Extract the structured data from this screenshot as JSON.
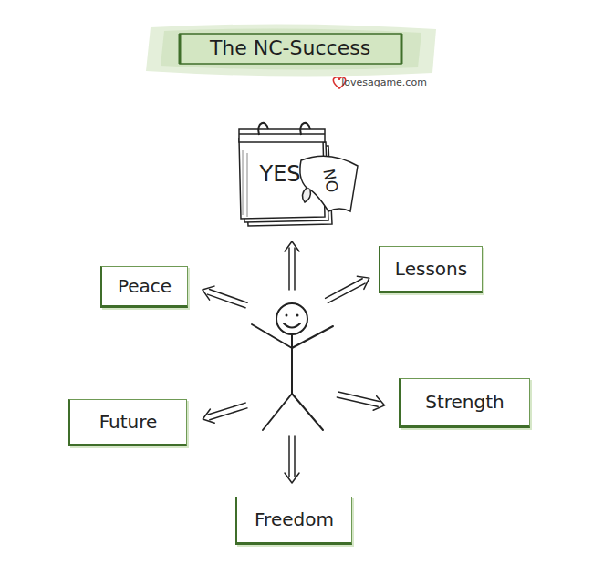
{
  "diagram": {
    "title": "The NC-Success",
    "nodes": [
      {
        "text": [
          "Peace"
        ]
      },
      {
        "text": [
          "Lessons"
        ]
      },
      {
        "text": [
          "Future"
        ]
      },
      {
        "text": [
          "Strength"
        ]
      },
      {
        "text": [
          "Freedom"
        ]
      }
    ],
    "labels": [
      "lovesagame.com",
      "YES",
      "NO"
    ]
  }
}
